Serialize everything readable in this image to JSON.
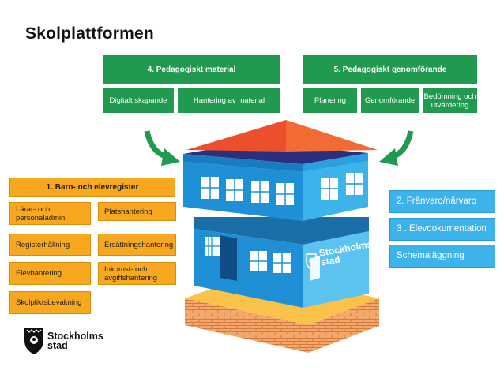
{
  "title": "Skolplattformen",
  "group4": {
    "header": "4. Pedagogiskt material",
    "items": [
      "Digitalt skapande",
      "Hantering av material"
    ]
  },
  "group5": {
    "header": "5. Pedagogiskt genomförande",
    "items": [
      "Planering",
      "Genomförande",
      "Bedömning och utvärdering"
    ]
  },
  "group1": {
    "header": "1. Barn- och elevregister",
    "items": [
      "Lärar- och personaladmin",
      "Platshantering",
      "Registerhållning",
      "Ersättningshantering",
      "Elevhantering",
      "Inkomst- och avgiftshantering",
      "Skolpliktsbevakning"
    ]
  },
  "right_items": [
    "2. Frånvaro/närvaro",
    "3 . Elevdokumentation",
    "Schemaläggning"
  ],
  "building_logo": {
    "line1": "Stockholms",
    "line2": "stad"
  },
  "footer_logo": {
    "line1": "Stockholms",
    "line2": "stad"
  },
  "colors": {
    "green": "#1f9a4f",
    "orange": "#f7a81e",
    "blue": "#3db3ec",
    "roof": "#ee5a2f"
  }
}
